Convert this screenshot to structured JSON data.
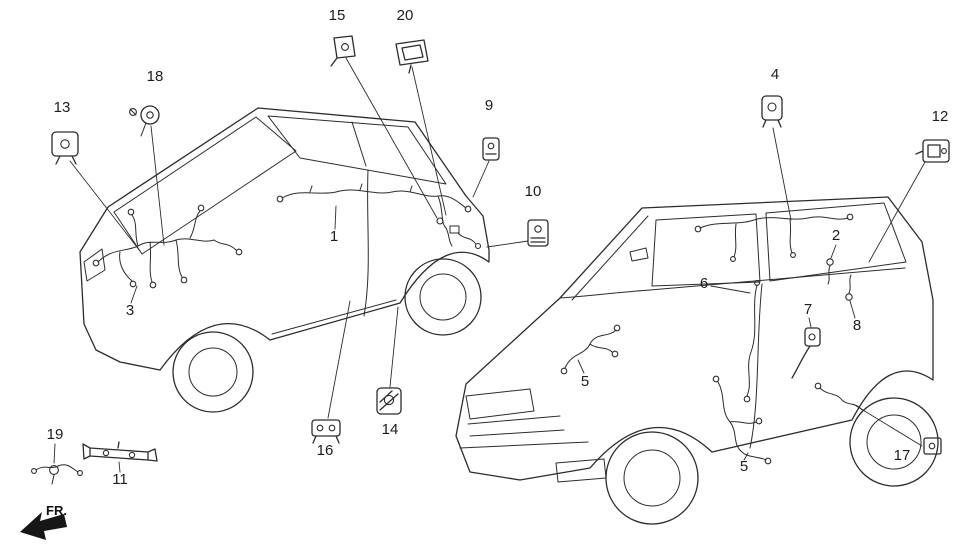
{
  "diagram": {
    "direction_indicator": "FR.",
    "labels": {
      "c1": "1",
      "c2": "2",
      "c3": "3",
      "c4": "4",
      "c5a": "5",
      "c5b": "5",
      "c6": "6",
      "c7": "7",
      "c8": "8",
      "c9": "9",
      "c10": "10",
      "c11": "11",
      "c12": "12",
      "c13": "13",
      "c14": "14",
      "c15": "15",
      "c16": "16",
      "c17": "17",
      "c18": "18",
      "c19": "19",
      "c20": "20"
    },
    "colors": {
      "background": "#ffffff",
      "line_art": "#2c2c2c",
      "text": "#1c1c1c"
    }
  }
}
